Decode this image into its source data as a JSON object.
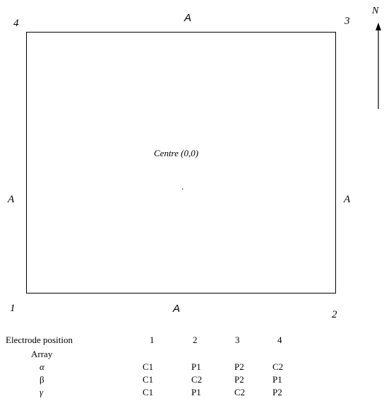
{
  "diagram": {
    "corners": {
      "c1": "1",
      "c2": "2",
      "c3": "3",
      "c4": "4"
    },
    "sides": {
      "top": "A",
      "bottom": "A",
      "left": "A",
      "right": "A"
    },
    "centre_label": "Centre (0,0)",
    "centre_dot": ".",
    "north_label": "N"
  },
  "table": {
    "header_label": "Electrode position",
    "positions": [
      "1",
      "2",
      "3",
      "4"
    ],
    "array_label": "Array",
    "rows": [
      {
        "name": "α",
        "values": [
          "C1",
          "P1",
          "P2",
          "C2"
        ]
      },
      {
        "name": "β",
        "values": [
          "C1",
          "C2",
          "P2",
          "P1"
        ]
      },
      {
        "name": "γ",
        "values": [
          "C1",
          "P1",
          "C2",
          "P2"
        ]
      }
    ]
  }
}
